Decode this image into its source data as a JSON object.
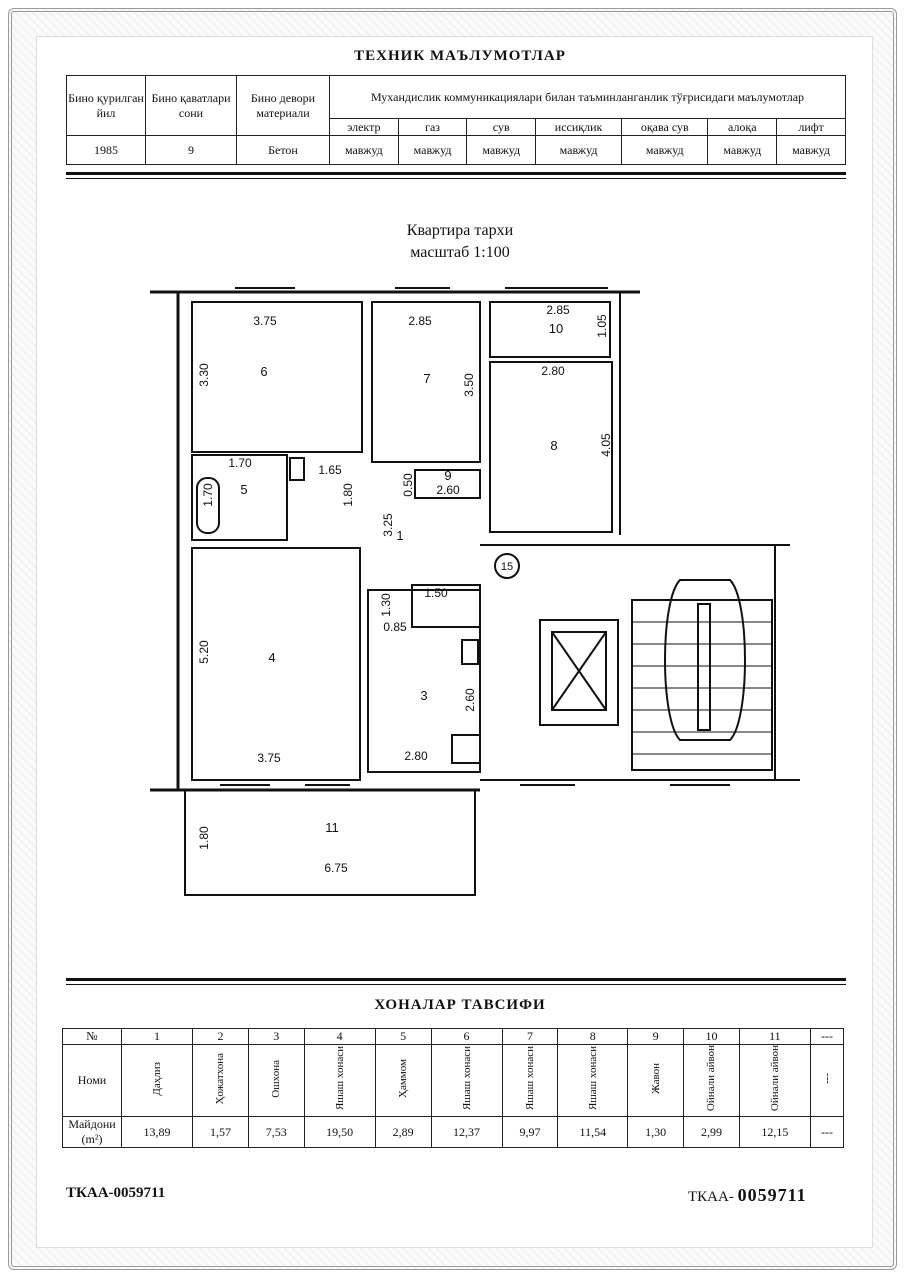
{
  "header": {
    "title": "ТЕХНИК МАЪЛУМОТЛАР",
    "col_year": "Бино қурилган йил",
    "col_floors": "Бино қаватлари сони",
    "col_wall": "Бино девори материали",
    "col_comm": "Мухандислик коммуникациялари билан таъминланганлик тўғрисидаги маълумотлар",
    "year": "1985",
    "floors": "9",
    "wall": "Бетон",
    "utilities": [
      {
        "name": "электр",
        "value": "мавжуд"
      },
      {
        "name": "газ",
        "value": "мавжуд"
      },
      {
        "name": "сув",
        "value": "мавжуд"
      },
      {
        "name": "иссиқлик",
        "value": "мавжуд"
      },
      {
        "name": "оқава сув",
        "value": "мавжуд"
      },
      {
        "name": "алоқа",
        "value": "мавжуд"
      },
      {
        "name": "лифт",
        "value": "мавжуд"
      }
    ]
  },
  "plan": {
    "title": "Квартира тархи",
    "scale": "масштаб 1:100",
    "dims": [
      "3.75",
      "2.85",
      "2.85",
      "1.05",
      "3.30",
      "3.50",
      "2.80",
      "4.05",
      "1.70",
      "1.65",
      "0.50",
      "2.60",
      "1.70",
      "1.80",
      "3.25",
      "1.30",
      "1.50",
      "0.85",
      "5.20",
      "2.60",
      "3.75",
      "2.80",
      "1.80",
      "6.75"
    ],
    "rooms": [
      "1",
      "3",
      "4",
      "5",
      "6",
      "7",
      "8",
      "9",
      "10",
      "11"
    ],
    "stair_no": "15"
  },
  "rooms_table": {
    "title": "ХОНАЛАР ТАВСИФИ",
    "h_no": "№",
    "h_name": "Номи",
    "h_area": "Майдони (m²)",
    "cols": [
      {
        "no": "1",
        "name": "Даҳлиз",
        "area": "13,89"
      },
      {
        "no": "2",
        "name": "Ҳожатхона",
        "area": "1,57"
      },
      {
        "no": "3",
        "name": "Ошхона",
        "area": "7,53"
      },
      {
        "no": "4",
        "name": "Яшаш хонаси",
        "area": "19,50"
      },
      {
        "no": "5",
        "name": "Ҳаммом",
        "area": "2,89"
      },
      {
        "no": "6",
        "name": "Яшаш хонаси",
        "area": "12,37"
      },
      {
        "no": "7",
        "name": "Яшаш хонаси",
        "area": "9,97"
      },
      {
        "no": "8",
        "name": "Яшаш хонаси",
        "area": "11,54"
      },
      {
        "no": "9",
        "name": "Жавон",
        "area": "1,30"
      },
      {
        "no": "10",
        "name": "Ойнали айвон",
        "area": "2,99"
      },
      {
        "no": "11",
        "name": "Ойнали айвон",
        "area": "12,15"
      },
      {
        "no": "---",
        "name": "---",
        "area": "---"
      }
    ]
  },
  "footer": {
    "left": "ТКАА-0059711",
    "right_prefix": "ТКАА-",
    "right_number": "0059711"
  }
}
